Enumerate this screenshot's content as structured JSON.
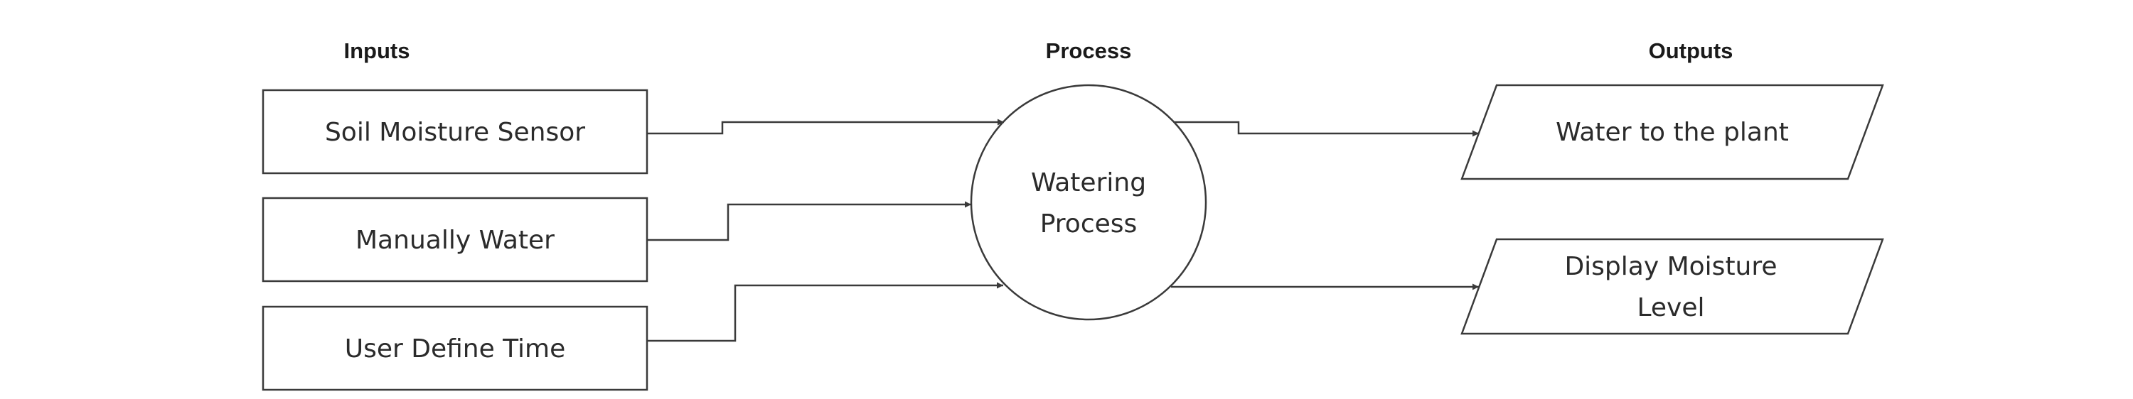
{
  "headings": {
    "inputs": "Inputs",
    "process": "Process",
    "outputs": "Outputs"
  },
  "inputs": [
    "Soil Moisture Sensor",
    "Manually Water",
    "User Define Time"
  ],
  "process": {
    "line1": "Watering",
    "line2": "Process"
  },
  "outputs": {
    "water": "Water to the plant",
    "display_line1": "Display Moisture",
    "display_line2": "Level"
  }
}
